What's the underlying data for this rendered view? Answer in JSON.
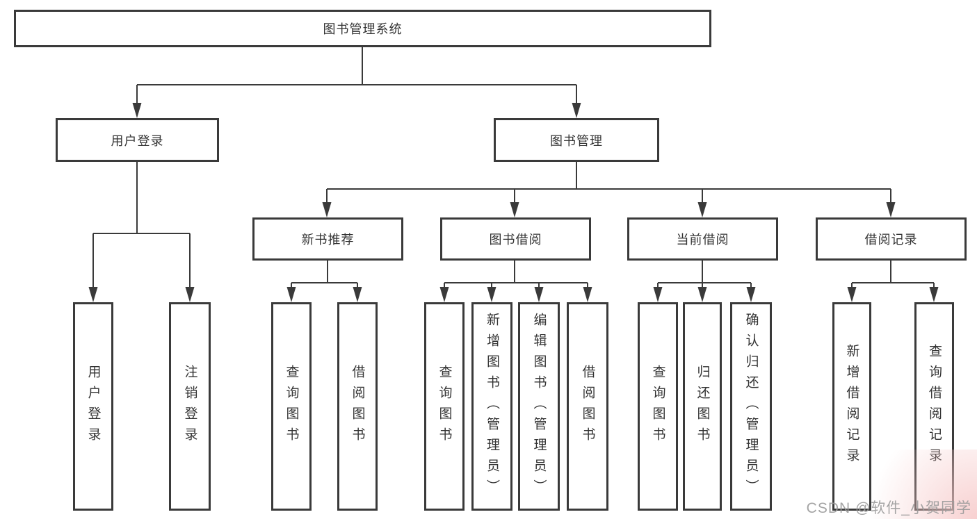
{
  "diagram": {
    "root": {
      "label": "图书管理系统"
    },
    "level2": [
      {
        "label": "用户登录"
      },
      {
        "label": "图书管理"
      }
    ],
    "level3": [
      {
        "label": "新书推荐"
      },
      {
        "label": "图书借阅"
      },
      {
        "label": "当前借阅"
      },
      {
        "label": "借阅记录"
      }
    ],
    "leaves": {
      "user_login": [
        "用户登录",
        "注销登录"
      ],
      "new_books": [
        "查询图书",
        "借阅图书"
      ],
      "book_borrow": [
        "查询图书",
        "新增图书（管理员）",
        "编辑图书（管理员）",
        "借阅图书"
      ],
      "current_borrow": [
        "查询图书",
        "归还图书",
        "确认归还（管理员）"
      ],
      "borrow_records": [
        "新增借阅记录",
        "查询借阅记录"
      ]
    }
  },
  "watermark": {
    "text": "CSDN @软件_小贺同学"
  },
  "colors": {
    "line": "#3a3a3a",
    "box_bg": "#ffffff",
    "text": "#333333",
    "watermark": "#9b9b9b"
  }
}
